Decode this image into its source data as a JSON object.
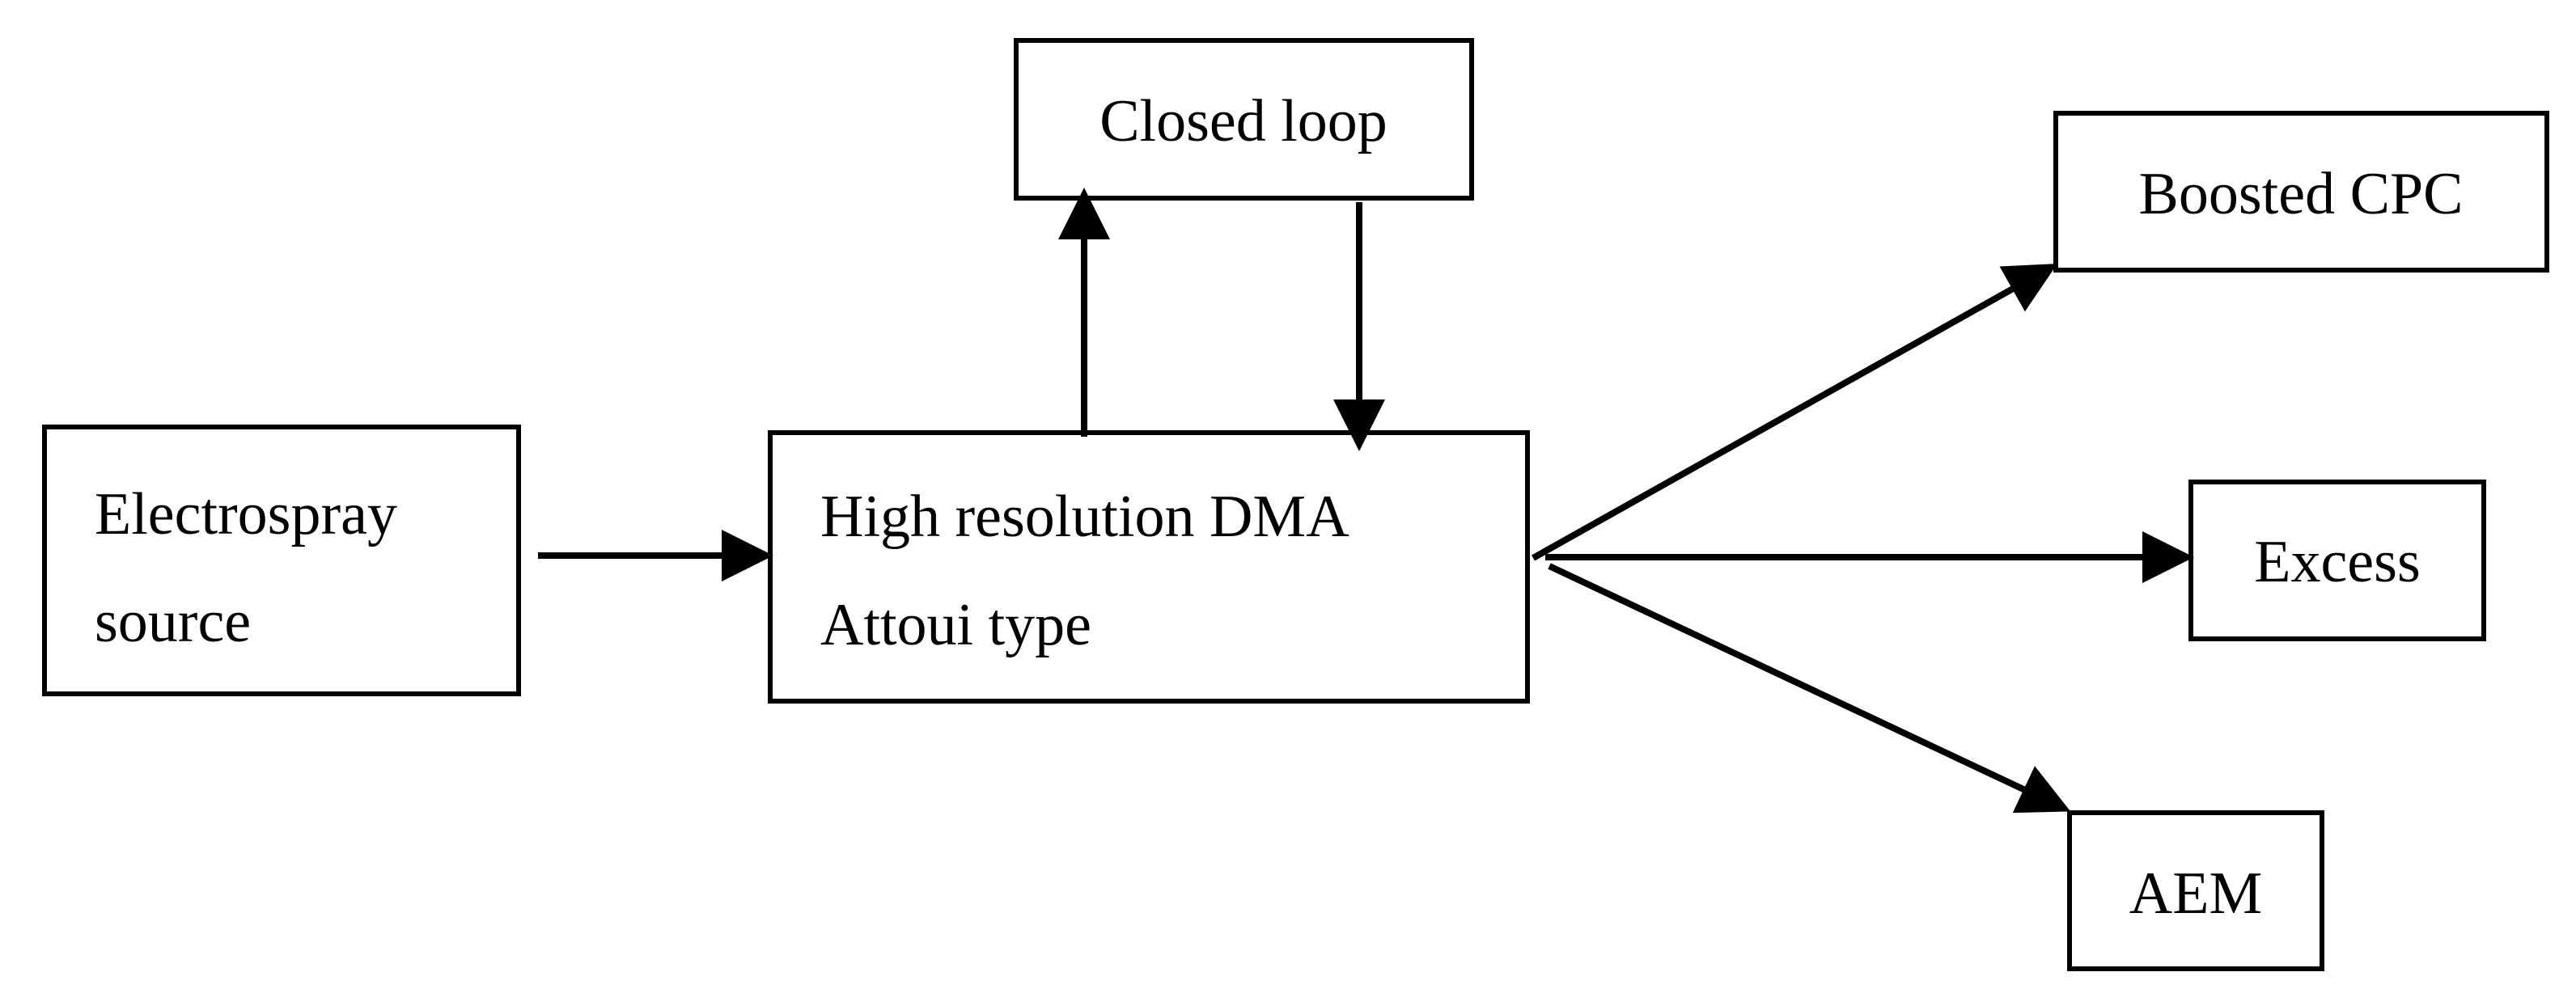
{
  "nodes": {
    "electrospray": {
      "line1": "Electrospray",
      "line2": "source"
    },
    "dma": {
      "line1": "High resolution DMA",
      "line2": "Attoui type"
    },
    "closed_loop": {
      "label": "Closed loop"
    },
    "boosted_cpc": {
      "label": "Boosted CPC"
    },
    "excess": {
      "label": "Excess"
    },
    "aem": {
      "label": "AEM"
    }
  },
  "edges": [
    {
      "from": "Electrospray source",
      "to": "High resolution DMA"
    },
    {
      "from": "High resolution DMA",
      "to": "Closed loop"
    },
    {
      "from": "Closed loop",
      "to": "High resolution DMA"
    },
    {
      "from": "High resolution DMA",
      "to": "Boosted CPC"
    },
    {
      "from": "High resolution DMA",
      "to": "Excess"
    },
    {
      "from": "High resolution DMA",
      "to": "AEM"
    }
  ]
}
